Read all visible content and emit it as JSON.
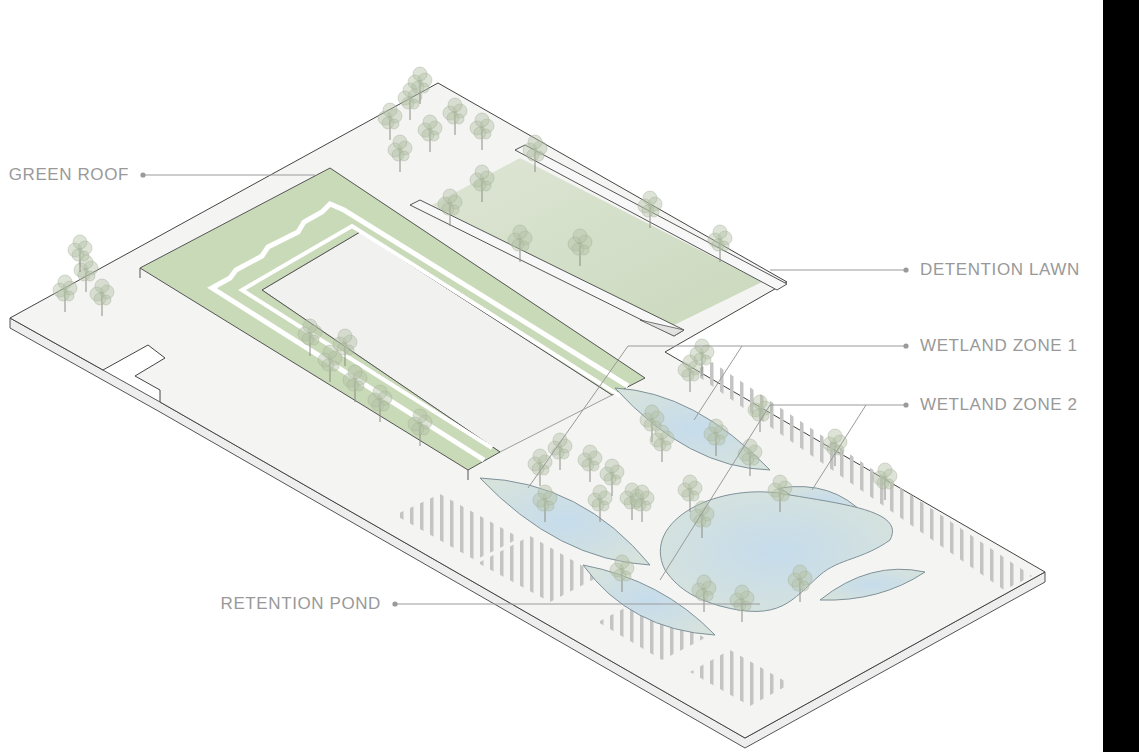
{
  "diagram": {
    "labels": [
      "GREEN ROOF",
      "DETENTION LAWN",
      "WETLAND ZONE 1",
      "WETLAND ZONE 2",
      "RETENTION POND"
    ]
  }
}
